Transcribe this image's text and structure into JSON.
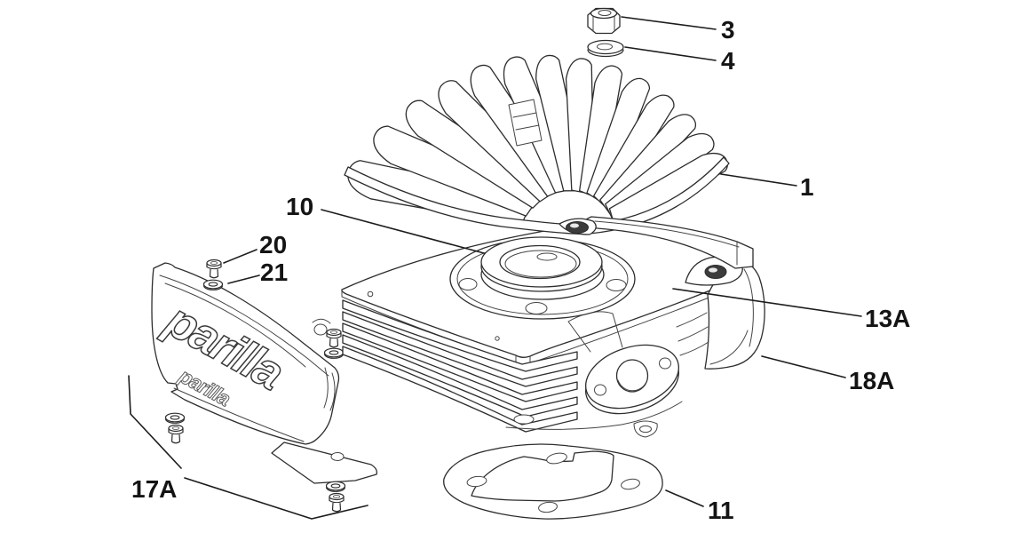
{
  "diagram": {
    "type": "exploded-parts-diagram",
    "background_color": "#ffffff",
    "line_color": "#2d2d2d",
    "label_color": "#141414",
    "logo_text": "parilla",
    "logo_echo_text": "parilla",
    "callouts": [
      {
        "label": "3",
        "part": "hex-nut"
      },
      {
        "label": "4",
        "part": "flat-washer"
      },
      {
        "label": "1",
        "part": "finned-cylinder-head"
      },
      {
        "label": "10",
        "part": "head-gasket-ring"
      },
      {
        "label": "20",
        "part": "cover-screw"
      },
      {
        "label": "21",
        "part": "cover-screw-washer"
      },
      {
        "label": "13A",
        "part": "finned-cylinder-barrel"
      },
      {
        "label": "18A",
        "part": "cylinder-side-shroud"
      },
      {
        "label": "17A",
        "part": "side-cover-panel-assembly"
      },
      {
        "label": "11",
        "part": "cylinder-base-gasket"
      }
    ]
  }
}
